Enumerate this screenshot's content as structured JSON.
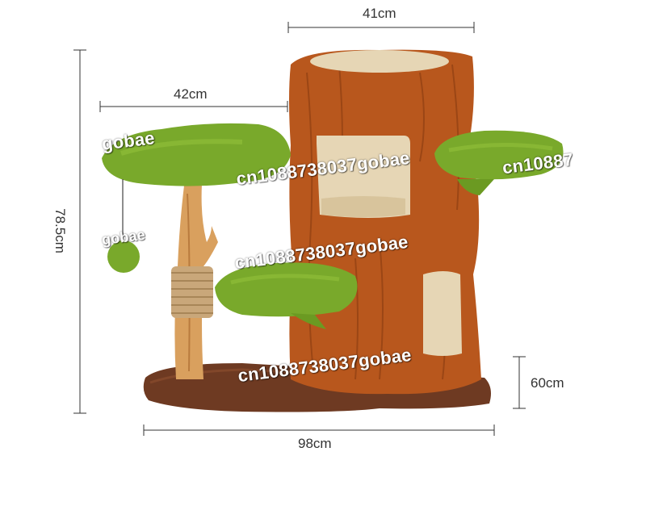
{
  "dimensions": {
    "top_width": "41cm",
    "platform_width": "42cm",
    "height": "78.5cm",
    "base_width": "98cm",
    "base_height": "60cm"
  },
  "watermarks": {
    "main": "cn1088738037gobae",
    "fragment_1": "cn10887",
    "fragment_2": "gobae"
  },
  "colors": {
    "trunk": "#b8571d",
    "trunk_dark": "#8f3f12",
    "leaf": "#79a92b",
    "leaf_light": "#92c13b",
    "base": "#6e3a22",
    "wood": "#d9a05e",
    "rope": "#c9a77a",
    "cushion": "#e6d6b5"
  }
}
